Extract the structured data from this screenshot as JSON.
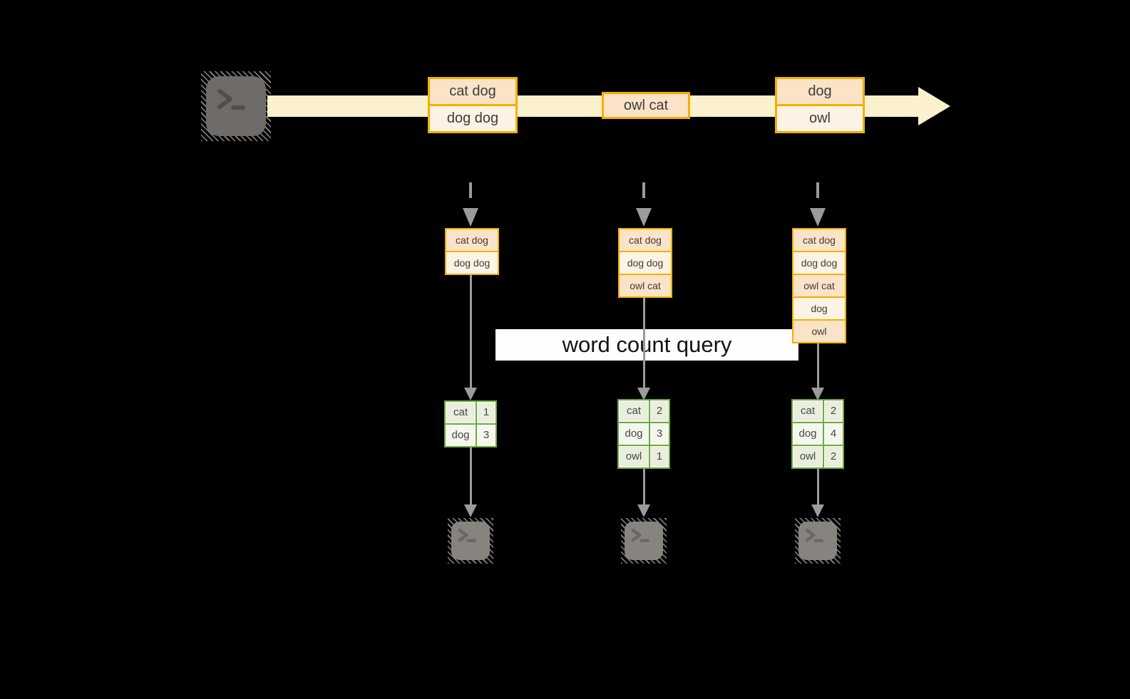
{
  "label": "word count query",
  "columns": [
    {
      "stream_box": {
        "cells": [
          "cat dog",
          "dog dog"
        ]
      },
      "state_box": {
        "cells": [
          "cat dog",
          "dog dog"
        ]
      },
      "count_table": {
        "rows": [
          {
            "word": "cat",
            "count": "1"
          },
          {
            "word": "dog",
            "count": "3"
          }
        ]
      }
    },
    {
      "stream_box": {
        "cells": [
          "owl cat"
        ]
      },
      "state_box": {
        "cells": [
          "cat dog",
          "dog dog",
          "owl cat"
        ]
      },
      "count_table": {
        "rows": [
          {
            "word": "cat",
            "count": "2"
          },
          {
            "word": "dog",
            "count": "3"
          },
          {
            "word": "owl",
            "count": "1"
          }
        ]
      }
    },
    {
      "stream_box": {
        "cells": [
          "dog",
          "owl"
        ]
      },
      "state_box": {
        "cells": [
          "cat dog",
          "dog dog",
          "owl cat",
          "dog",
          "owl"
        ]
      },
      "count_table": {
        "rows": [
          {
            "word": "cat",
            "count": "2"
          },
          {
            "word": "dog",
            "count": "4"
          },
          {
            "word": "owl",
            "count": "2"
          }
        ]
      }
    }
  ],
  "icons": {
    "source": "terminal-prompt-icon",
    "sinks": [
      "terminal-prompt-icon",
      "terminal-prompt-icon",
      "terminal-prompt-icon"
    ]
  },
  "colors": {
    "background": "#000000",
    "stream_band": "#fbf1cd",
    "box_border": "#f2b100",
    "cell_peach": "#fae3c7",
    "cell_cream": "#fdf3e4",
    "green_border": "#71a83c",
    "green_cell_dark": "#e9efde",
    "green_cell_light": "#f4f7ee",
    "arrow_gray": "#9b9b9b",
    "terminal_gray": "#6f6b68",
    "label_bg": "#fefefe"
  }
}
